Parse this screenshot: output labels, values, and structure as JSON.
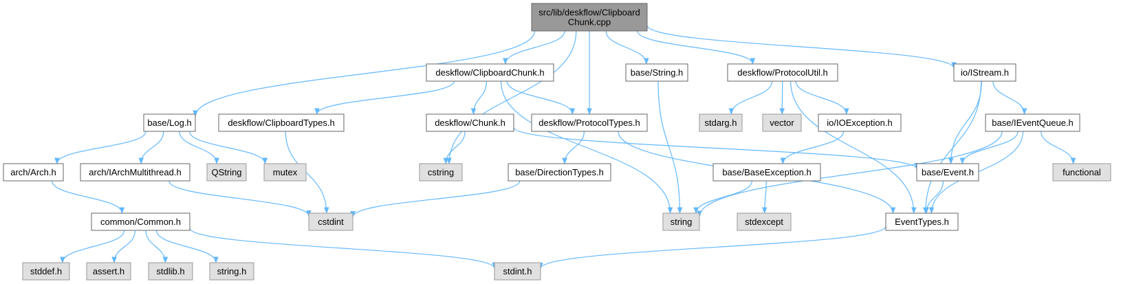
{
  "graph": {
    "colors": {
      "root": "#999999",
      "header": "#ffffff",
      "system": "#e0e0e0",
      "border": "#666666",
      "systemBorder": "#999999",
      "edge": "#63b8ff"
    },
    "nodes": [
      {
        "id": "root",
        "kind": "root",
        "lines": [
          "src/lib/deskflow/Clipboard",
          "Chunk.cpp"
        ]
      },
      {
        "id": "log",
        "kind": "header",
        "lines": [
          "base/Log.h"
        ]
      },
      {
        "id": "clipchunk",
        "kind": "header",
        "lines": [
          "deskflow/ClipboardChunk.h"
        ]
      },
      {
        "id": "string_h",
        "kind": "header",
        "lines": [
          "base/String.h"
        ]
      },
      {
        "id": "protoutil",
        "kind": "header",
        "lines": [
          "deskflow/ProtocolUtil.h"
        ]
      },
      {
        "id": "istream",
        "kind": "header",
        "lines": [
          "io/IStream.h"
        ]
      },
      {
        "id": "cliptypes",
        "kind": "header",
        "lines": [
          "deskflow/ClipboardTypes.h"
        ]
      },
      {
        "id": "chunk",
        "kind": "header",
        "lines": [
          "deskflow/Chunk.h"
        ]
      },
      {
        "id": "prototypes",
        "kind": "header",
        "lines": [
          "deskflow/ProtocolTypes.h"
        ]
      },
      {
        "id": "stdarg",
        "kind": "system",
        "lines": [
          "stdarg.h"
        ]
      },
      {
        "id": "vector",
        "kind": "system",
        "lines": [
          "vector"
        ]
      },
      {
        "id": "ioexc",
        "kind": "header",
        "lines": [
          "io/IOException.h"
        ]
      },
      {
        "id": "ieventqueue",
        "kind": "header",
        "lines": [
          "base/IEventQueue.h"
        ]
      },
      {
        "id": "arch",
        "kind": "header",
        "lines": [
          "arch/Arch.h"
        ]
      },
      {
        "id": "iarchmt",
        "kind": "header",
        "lines": [
          "arch/IArchMultithread.h"
        ]
      },
      {
        "id": "qstring",
        "kind": "system",
        "lines": [
          "QString"
        ]
      },
      {
        "id": "mutex",
        "kind": "system",
        "lines": [
          "mutex"
        ]
      },
      {
        "id": "cstring",
        "kind": "system",
        "lines": [
          "cstring"
        ]
      },
      {
        "id": "dirtypes",
        "kind": "header",
        "lines": [
          "base/DirectionTypes.h"
        ]
      },
      {
        "id": "baseexc",
        "kind": "header",
        "lines": [
          "base/BaseException.h"
        ]
      },
      {
        "id": "event",
        "kind": "header",
        "lines": [
          "base/Event.h"
        ]
      },
      {
        "id": "functional",
        "kind": "system",
        "lines": [
          "functional"
        ]
      },
      {
        "id": "common",
        "kind": "header",
        "lines": [
          "common/Common.h"
        ]
      },
      {
        "id": "cstdint",
        "kind": "system",
        "lines": [
          "cstdint"
        ]
      },
      {
        "id": "string",
        "kind": "system",
        "lines": [
          "string"
        ]
      },
      {
        "id": "stdexcept",
        "kind": "system",
        "lines": [
          "stdexcept"
        ]
      },
      {
        "id": "eventtypes",
        "kind": "header",
        "lines": [
          "EventTypes.h"
        ]
      },
      {
        "id": "stddef",
        "kind": "system",
        "lines": [
          "stddef.h"
        ]
      },
      {
        "id": "assert",
        "kind": "system",
        "lines": [
          "assert.h"
        ]
      },
      {
        "id": "stdlib",
        "kind": "system",
        "lines": [
          "stdlib.h"
        ]
      },
      {
        "id": "string_c",
        "kind": "system",
        "lines": [
          "string.h"
        ]
      },
      {
        "id": "stdint",
        "kind": "system",
        "lines": [
          "stdint.h"
        ]
      }
    ],
    "edges": [
      [
        "root",
        "log"
      ],
      [
        "root",
        "clipchunk"
      ],
      [
        "root",
        "prototypes"
      ],
      [
        "root",
        "string_h"
      ],
      [
        "root",
        "protoutil"
      ],
      [
        "root",
        "istream"
      ],
      [
        "root",
        "cstring"
      ],
      [
        "log",
        "arch"
      ],
      [
        "log",
        "iarchmt"
      ],
      [
        "log",
        "qstring"
      ],
      [
        "log",
        "mutex"
      ],
      [
        "arch",
        "common"
      ],
      [
        "common",
        "stddef"
      ],
      [
        "common",
        "assert"
      ],
      [
        "common",
        "stdlib"
      ],
      [
        "common",
        "string_c"
      ],
      [
        "common",
        "stdint"
      ],
      [
        "iarchmt",
        "cstdint"
      ],
      [
        "clipchunk",
        "cliptypes"
      ],
      [
        "clipchunk",
        "chunk"
      ],
      [
        "clipchunk",
        "prototypes"
      ],
      [
        "clipchunk",
        "string"
      ],
      [
        "cliptypes",
        "cstdint"
      ],
      [
        "chunk",
        "cstring"
      ],
      [
        "chunk",
        "event"
      ],
      [
        "prototypes",
        "dirtypes"
      ],
      [
        "prototypes",
        "eventtypes"
      ],
      [
        "dirtypes",
        "cstdint"
      ],
      [
        "string_h",
        "string"
      ],
      [
        "protoutil",
        "stdarg"
      ],
      [
        "protoutil",
        "vector"
      ],
      [
        "protoutil",
        "ioexc"
      ],
      [
        "protoutil",
        "eventtypes"
      ],
      [
        "ioexc",
        "baseexc"
      ],
      [
        "baseexc",
        "string"
      ],
      [
        "baseexc",
        "stdexcept"
      ],
      [
        "istream",
        "ieventqueue"
      ],
      [
        "istream",
        "event"
      ],
      [
        "istream",
        "eventtypes"
      ],
      [
        "ieventqueue",
        "event"
      ],
      [
        "ieventqueue",
        "functional"
      ],
      [
        "ieventqueue",
        "string"
      ],
      [
        "ieventqueue",
        "eventtypes"
      ],
      [
        "event",
        "eventtypes"
      ],
      [
        "eventtypes",
        "stdint"
      ]
    ]
  }
}
